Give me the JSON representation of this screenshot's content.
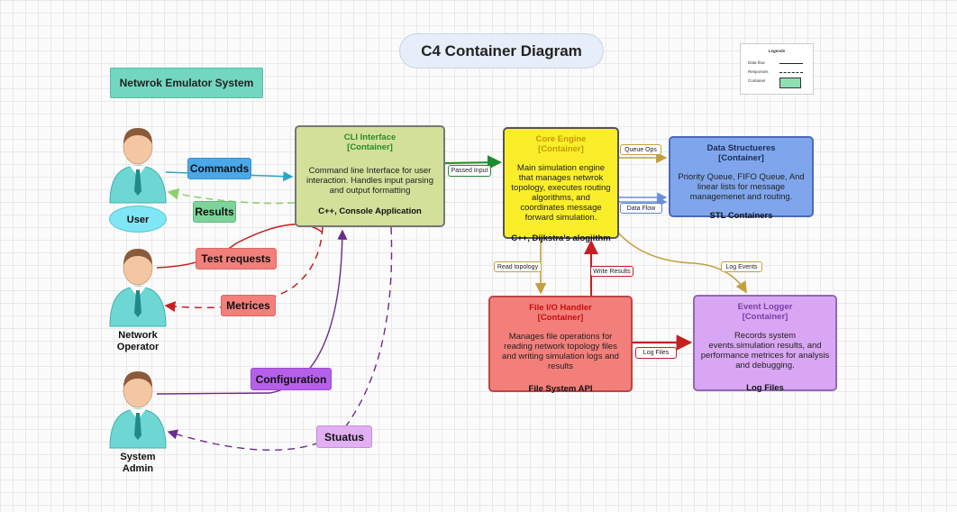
{
  "title": "C4 Container Diagram",
  "system_label": "Netwrok Emulator System",
  "legend": {
    "title": "Legends",
    "data_flow": "Data flow",
    "responses": "Responses",
    "container": "Container"
  },
  "actors": {
    "user": "User",
    "network_operator": "Network Operator",
    "system_admin": "System Admin"
  },
  "containers": {
    "cli": {
      "name": "CLI Interface",
      "type": "[Container]",
      "description": "Command line Interface for user interaction. Handles input parsing and output formatting",
      "tech": "C++, Console Application"
    },
    "core": {
      "name": "Core Engine",
      "type": "[Container]",
      "description": "Main simulation engine that manages netwrok topology, executes routing algorithms, and coordinates message forward simulation.",
      "tech": "C++, Dijkstra's alogiithm"
    },
    "data_structures": {
      "name": "Data Structueres",
      "type": "[Container]",
      "description": "Priority Queue, FIFO Queue, And linear lists for message managemenet and routing.",
      "tech": "STL Containers"
    },
    "file_io": {
      "name": "File I/O Handler",
      "type": "[Container]",
      "description": "Manages file operations for reading network topology files and writing simulation logs and results",
      "tech": "File System  API"
    },
    "event_logger": {
      "name": "Event Logger",
      "type": "[Container]",
      "description": "Records system events.simulation results, and performance metrices for analysis and debugging.",
      "tech": "Log Files"
    }
  },
  "relation_labels": {
    "commands": "Commands",
    "results": "Results",
    "test_requests": "Test requests",
    "metrices": "Metrices",
    "configuration": "Configuration",
    "stuatus": "Stuatus",
    "passed_input": "Passed Input",
    "queue_ops": "Queue Ops",
    "data_flow": "Data Flow",
    "read_topology": "Read topology",
    "write_results": "Write Results",
    "log_events": "Log Events",
    "log_files": "Log Files"
  },
  "colors": {
    "commands": "#2ea3c9",
    "results": "#8ed16a",
    "test_requests": "#c62020",
    "metrices": "#c62020",
    "configuration": "#6b2c8c",
    "stuatus": "#6b2c8c",
    "passed_input": "#1f8a2f",
    "queue_ops": "#c2a040",
    "data_flow": "#6d8fdc",
    "read_topology": "#c2a040",
    "write_results": "#c62020",
    "log_events": "#c2a040",
    "log_files": "#c62020"
  }
}
